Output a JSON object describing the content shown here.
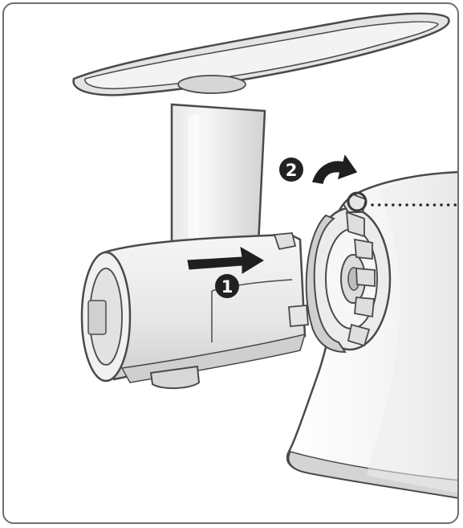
{
  "steps": [
    {
      "number": "1",
      "meaning": "push"
    },
    {
      "number": "2",
      "meaning": "rotate"
    }
  ],
  "colors": {
    "outline": "#4a4a4a",
    "part_fill": "#f1f1f1",
    "part_shade": "#d9d9d9",
    "part_dark": "#b9b9b9",
    "tray_fill": "#e4e4e4",
    "badge": "#222222",
    "frame_border": "#6e6e6e"
  },
  "icons": [
    "push-arrow-icon",
    "rotate-arrow-icon",
    "alignment-circle-icon",
    "alignment-dotted-line"
  ]
}
